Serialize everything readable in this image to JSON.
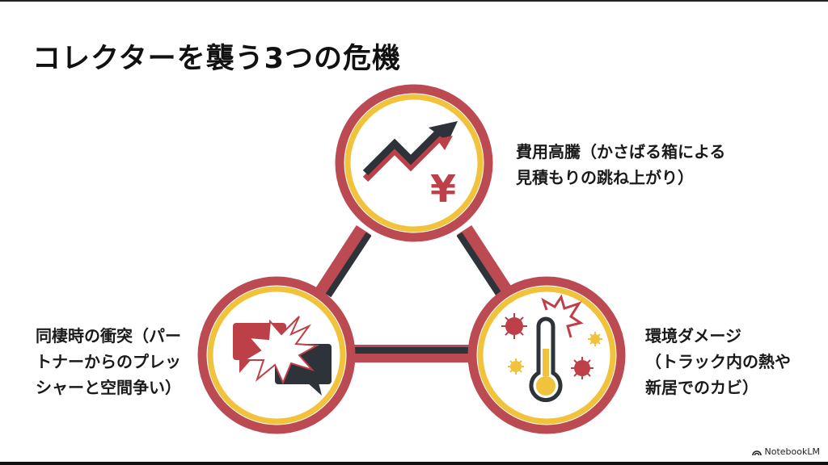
{
  "title": "コレクターを襲う3つの危機",
  "colors": {
    "ring_outer": "#bb4a53",
    "ring_inner": "#f1c33c",
    "dark": "#2d3338",
    "red_icon": "#bd3f48",
    "yellow_icon": "#f1c33c",
    "background": "#ffffff"
  },
  "nodes": [
    {
      "id": "cost",
      "icon": "rising-chart-yen-icon",
      "label_lines": [
        "費用高騰（かさばる箱による",
        "見積もりの跳ね上がり）"
      ]
    },
    {
      "id": "cohabitation",
      "icon": "clashing-speech-bubbles-icon",
      "label_lines": [
        "同棲時の衝突（パー",
        "トナーからのプレッ",
        "シャーと空間争い）"
      ]
    },
    {
      "id": "environment",
      "icon": "thermometer-virus-icon",
      "label_lines": [
        "環境ダメージ",
        "（トラック内の熱や",
        "新居でのカビ）"
      ]
    }
  ],
  "yen_symbol": "¥",
  "brand": "NotebookLM"
}
